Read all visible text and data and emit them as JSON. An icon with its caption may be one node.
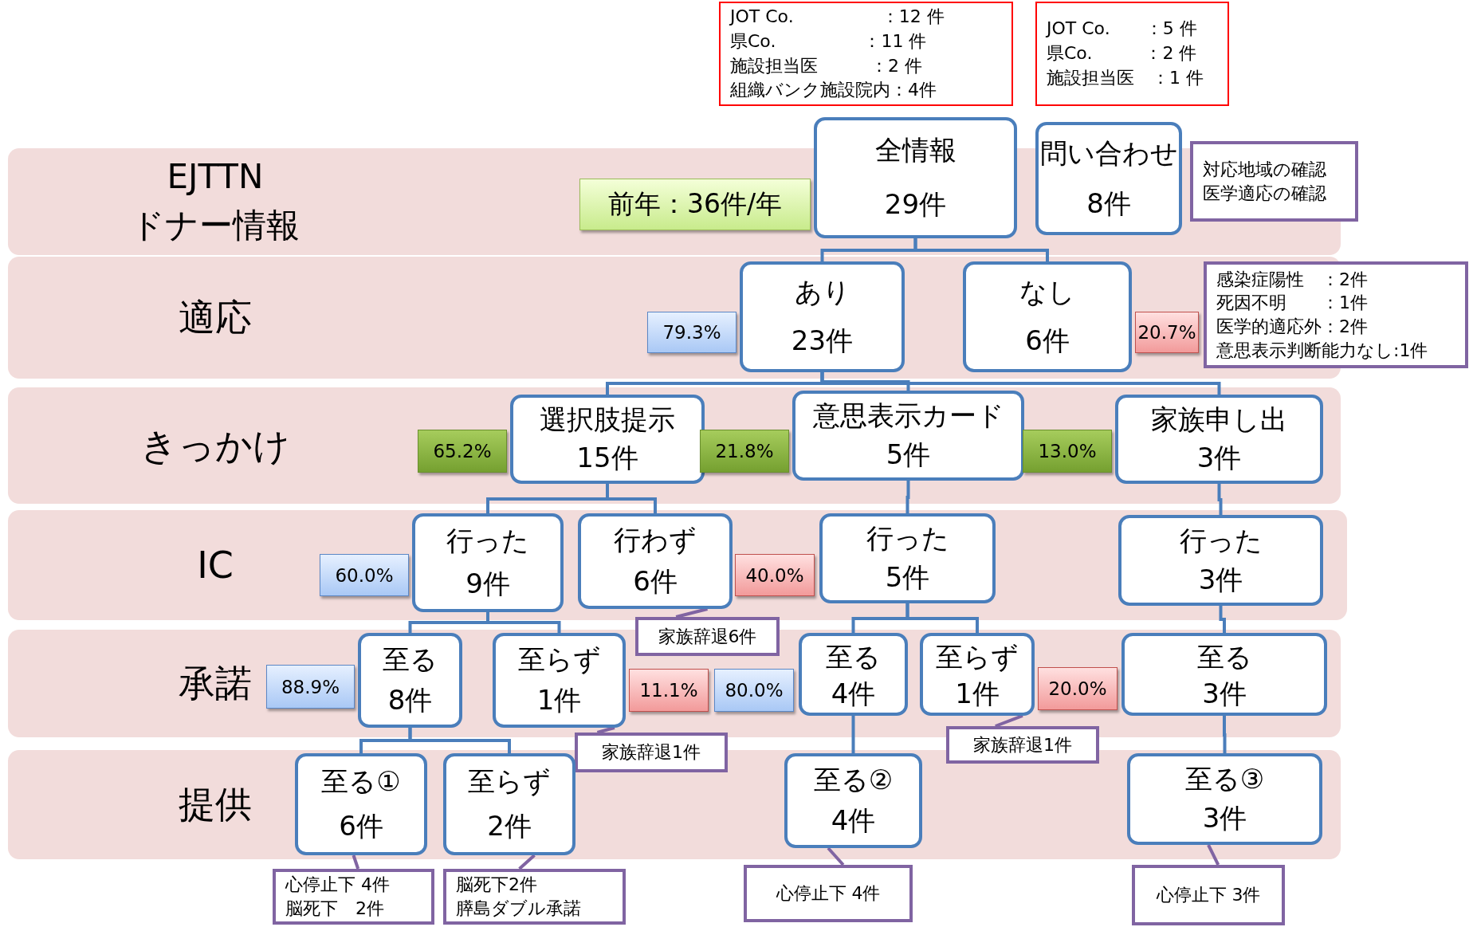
{
  "diagram": {
    "nodes": [
      {
        "text": [
          "JOT Co.　　　　　：12 件",
          "県Co.　　　　　：11 件",
          "施設担当医　　　：2 件",
          "組織バンク施設院内：4件"
        ]
      },
      {
        "text": [
          "JOT Co.　　：5 件",
          "県Co.　　　：2 件",
          "施設担当医　：1 件"
        ]
      },
      {
        "text": [
          "EJTTN",
          "ドナー情報"
        ]
      },
      {
        "text": [
          "前年：36件/年"
        ],
        "in": 2
      },
      {
        "text": [
          "全情報",
          "29件"
        ]
      },
      {
        "text": [
          "問い合わせ",
          "8件"
        ]
      },
      {
        "text": [
          "対応地域の確認",
          "医学適応の確認"
        ]
      },
      {
        "text": [
          "適応"
        ]
      },
      {
        "text": [
          "79.3%"
        ],
        "in": 7
      },
      {
        "text": [
          "あり",
          "23件"
        ],
        "in": 7
      },
      {
        "text": [
          "なし",
          "6件"
        ],
        "in": 7
      },
      {
        "text": [
          "20.7%"
        ],
        "in": 7
      },
      {
        "text": [
          "感染症陽性　：2件",
          "死因不明　　：1件",
          "医学的適応外：2件",
          "意思表示判断能力なし:1件"
        ]
      },
      {
        "text": [
          "きっかけ"
        ]
      },
      {
        "text": [
          "65.2%"
        ],
        "in": 13
      },
      {
        "text": [
          "選択肢提示",
          "15件"
        ],
        "in": 13
      },
      {
        "text": [
          "21.8%"
        ],
        "in": 13
      },
      {
        "text": [
          "意思表示カード",
          "5件"
        ],
        "in": 13
      },
      {
        "text": [
          "13.0%"
        ],
        "in": 13
      },
      {
        "text": [
          "家族申し出",
          "3件"
        ],
        "in": 13
      },
      {
        "text": [
          "IC"
        ]
      },
      {
        "text": [
          "60.0%"
        ],
        "in": 20
      },
      {
        "text": [
          "行った",
          "9件"
        ],
        "in": 20
      },
      {
        "text": [
          "行わず",
          "6件"
        ],
        "in": 20
      },
      {
        "text": [
          "40.0%"
        ],
        "in": 20
      },
      {
        "text": [
          "行った",
          "5件"
        ],
        "in": 20
      },
      {
        "text": [
          "行った",
          "3件"
        ],
        "in": 20
      },
      {
        "text": [
          "家族辞退6件"
        ]
      },
      {
        "text": [
          "承諾"
        ]
      },
      {
        "text": [
          "88.9%"
        ],
        "in": 28
      },
      {
        "text": [
          "至る",
          "8件"
        ],
        "in": 28
      },
      {
        "text": [
          "至らず",
          "1件"
        ],
        "in": 28
      },
      {
        "text": [
          "11.1%"
        ],
        "in": 28
      },
      {
        "text": [
          "80.0%"
        ],
        "in": 28
      },
      {
        "text": [
          "至る",
          "4件"
        ],
        "in": 28
      },
      {
        "text": [
          "至らず",
          "1件"
        ],
        "in": 28
      },
      {
        "text": [
          "20.0%"
        ],
        "in": 28
      },
      {
        "text": [
          "至る",
          "3件"
        ],
        "in": 28
      },
      {
        "text": [
          "家族辞退1件"
        ]
      },
      {
        "text": [
          "家族辞退1件"
        ]
      },
      {
        "text": [
          "提供"
        ]
      },
      {
        "text": [
          "至る①",
          "6件"
        ],
        "in": 40
      },
      {
        "text": [
          "至らず",
          "2件"
        ],
        "in": 40
      },
      {
        "text": [
          "至る②",
          "4件"
        ],
        "in": 40
      },
      {
        "text": [
          "至る③",
          "3件"
        ],
        "in": 40
      },
      {
        "text": [
          "心停止下 4件",
          "脳死下　2件"
        ]
      },
      {
        "text": [
          "脳死下2件",
          "膵島ダブル承諾"
        ]
      },
      {
        "text": [
          "心停止下 4件"
        ]
      },
      {
        "text": [
          "心停止下 3件"
        ]
      }
    ],
    "edges": [
      {
        "from": 4,
        "to": 9,
        "arrow": "none"
      },
      {
        "from": 4,
        "to": 10,
        "arrow": "none"
      },
      {
        "from": 9,
        "to": 15,
        "arrow": "none"
      },
      {
        "from": 9,
        "to": 17,
        "arrow": "none"
      },
      {
        "from": 9,
        "to": 19,
        "arrow": "none"
      },
      {
        "from": 15,
        "to": 22,
        "arrow": "none"
      },
      {
        "from": 15,
        "to": 23,
        "arrow": "none"
      },
      {
        "from": 17,
        "to": 25,
        "arrow": "none"
      },
      {
        "from": 19,
        "to": 26,
        "arrow": "none"
      },
      {
        "from": 22,
        "to": 30,
        "arrow": "none"
      },
      {
        "from": 22,
        "to": 31,
        "arrow": "none"
      },
      {
        "from": 25,
        "to": 34,
        "arrow": "none"
      },
      {
        "from": 25,
        "to": 35,
        "arrow": "none"
      },
      {
        "from": 26,
        "to": 37,
        "arrow": "none"
      },
      {
        "from": 30,
        "to": 41,
        "arrow": "none"
      },
      {
        "from": 30,
        "to": 42,
        "arrow": "none"
      },
      {
        "from": 34,
        "to": 43,
        "arrow": "none"
      },
      {
        "from": 37,
        "to": 44,
        "arrow": "none"
      },
      {
        "from": 23,
        "to": 27,
        "arrow": "none",
        "color": "#8064a2"
      },
      {
        "from": 31,
        "to": 38,
        "arrow": "none",
        "color": "#8064a2"
      },
      {
        "from": 35,
        "to": 39,
        "arrow": "none",
        "color": "#8064a2"
      },
      {
        "from": 41,
        "to": 45,
        "arrow": "none",
        "color": "#8064a2"
      },
      {
        "from": 42,
        "to": 46,
        "arrow": "none",
        "color": "#8064a2"
      },
      {
        "from": 43,
        "to": 47,
        "arrow": "none",
        "color": "#8064a2"
      },
      {
        "from": 44,
        "to": 48,
        "arrow": "none",
        "color": "#8064a2"
      }
    ]
  }
}
